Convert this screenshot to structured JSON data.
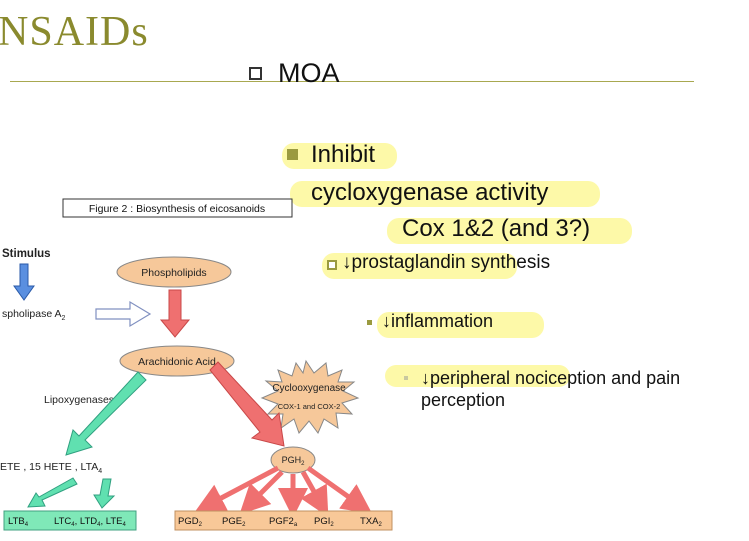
{
  "slide": {
    "title": "NSAIDs",
    "moa_label": "MOA",
    "bullets": {
      "inhibit": "Inhibit",
      "cox_activity": "cycloxygenase activity",
      "cox_types": "Cox 1&2 (and 3?)",
      "prostaglandin": "↓prostaglandin synthesis",
      "inflammation": "↓inflammation",
      "nociception_line1": "↓peripheral nociception and pain",
      "nociception_line2": "perception"
    }
  },
  "figure": {
    "caption": "Figure 2 : Biosynthesis of eicosanoids",
    "stimulus": "Stimulus",
    "phospholipase": "spholipase A",
    "phospholipase_sub": "2",
    "phospholipids": "Phospholipids",
    "arachidonic_acid": "Arachidonic Acid",
    "lipoxygenases": "Lipoxygenases",
    "cyclooxygenase": "Cyclooxygenase",
    "cox_isoforms": "COX-1 and COX-2",
    "hete_line": "ETE , 15 HETE , LTA",
    "hete_sub": "4",
    "pgh2": "PGH",
    "pgh2_sub": "2",
    "leukotrienes": [
      {
        "label": "LTB",
        "sub": "4"
      },
      {
        "label": "LTC",
        "sub": "4",
        "rest": ", LTD",
        "sub2": "4",
        "rest2": ", LTE",
        "sub3": "4"
      }
    ],
    "prostanoids": [
      {
        "label": "PGD",
        "sub": "2"
      },
      {
        "label": "PGE",
        "sub": "2"
      },
      {
        "label": "PGF2",
        "sub": "a"
      },
      {
        "label": "PGI",
        "sub": "2"
      },
      {
        "label": "TXA",
        "sub": "2"
      }
    ]
  },
  "colors": {
    "title": "#8a8a2e",
    "highlight": "#fdf9a8",
    "bullet_olive": "#9a9a40",
    "node_fill": "#f6c89a",
    "red_arrow": "#ef7070",
    "green_arrow": "#60e0b0",
    "blue_arrow": "#5a8fe0",
    "leuko_box": "#7fe8b8",
    "prosta_box": "#f8c898"
  }
}
